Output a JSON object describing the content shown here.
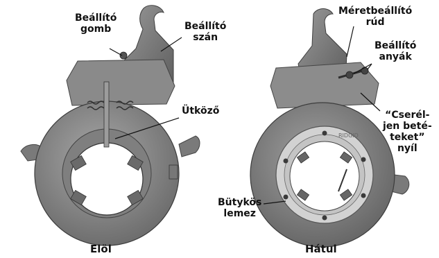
{
  "labels": {
    "front_knob": [
      "Beállító",
      "gomb"
    ],
    "front_slide": [
      "Beállító",
      "szán"
    ],
    "front_stop": "Ütköző",
    "back_rod": [
      "Méretbeállító",
      "rúd"
    ],
    "back_nuts": [
      "Beállító",
      "anyák"
    ],
    "back_arrow": [
      "“Cserél-",
      "jen beté-",
      "teket”",
      "nyíl"
    ],
    "back_cam": [
      "Bütykös",
      "lemez"
    ],
    "back_ridgid_mark": "RIDGID"
  },
  "captions": {
    "front": "Elöl",
    "back": "Hátul"
  },
  "colors": {
    "metal": "#8c8c8c",
    "metal_light": "#b5b5b5",
    "metal_dark": "#555555",
    "plate": "#d2d2d2"
  }
}
